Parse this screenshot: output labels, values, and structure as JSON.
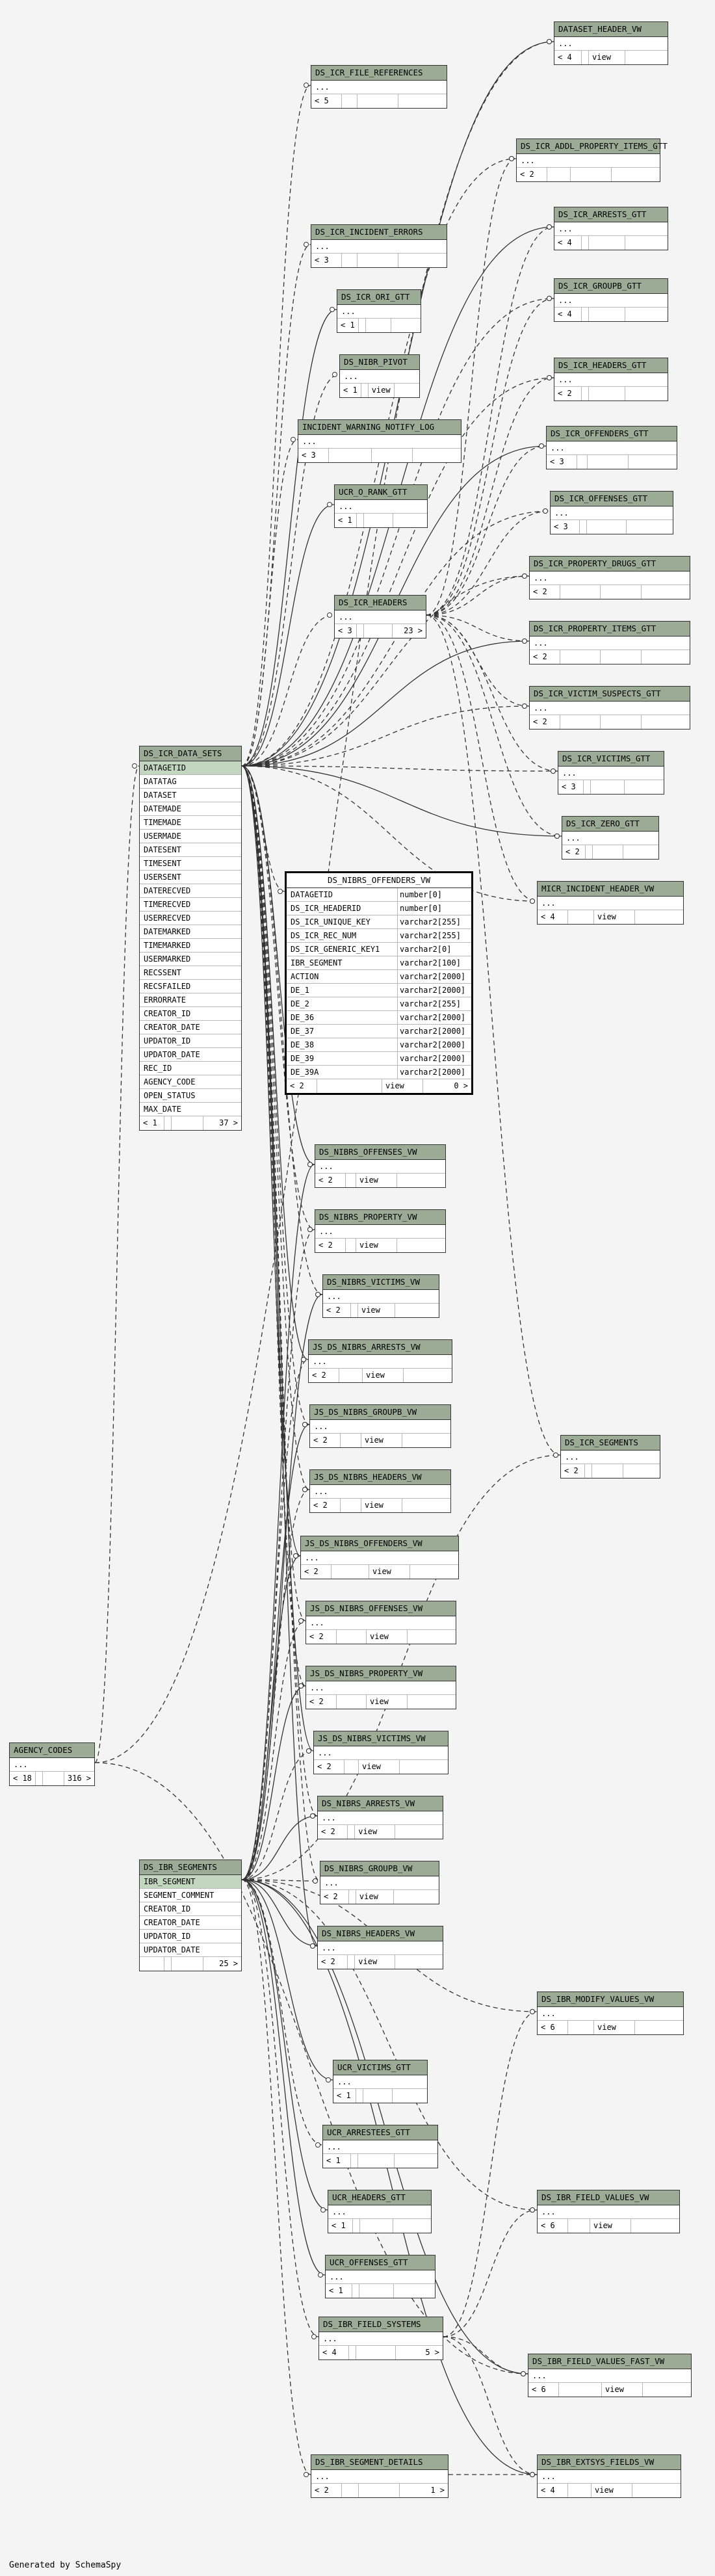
{
  "footer": "Generated by SchemaSpy",
  "focus_table": {
    "name": "DS_NIBRS_OFFENDERS_VW",
    "columns": [
      {
        "name": "DATAGETID",
        "type": "number[0]"
      },
      {
        "name": "DS_ICR_HEADERID",
        "type": "number[0]"
      },
      {
        "name": "DS_ICR_UNIQUE_KEY",
        "type": "varchar2[255]"
      },
      {
        "name": "DS_ICR_REC_NUM",
        "type": "varchar2[255]"
      },
      {
        "name": "DS_ICR_GENERIC_KEY1",
        "type": "varchar2[0]"
      },
      {
        "name": "IBR_SEGMENT",
        "type": "varchar2[100]"
      },
      {
        "name": "ACTION",
        "type": "varchar2[2000]"
      },
      {
        "name": "DE_1",
        "type": "varchar2[2000]"
      },
      {
        "name": "DE_2",
        "type": "varchar2[255]"
      },
      {
        "name": "DE_36",
        "type": "varchar2[2000]"
      },
      {
        "name": "DE_37",
        "type": "varchar2[2000]"
      },
      {
        "name": "DE_38",
        "type": "varchar2[2000]"
      },
      {
        "name": "DE_39",
        "type": "varchar2[2000]"
      },
      {
        "name": "DE_39A",
        "type": "varchar2[2000]"
      }
    ],
    "foot": {
      "parents": "< 2",
      "kind": "view",
      "children": "0 >"
    }
  },
  "tables": [
    {
      "id": "t_dataset_header_vw",
      "name": "DATASET_HEADER_VW",
      "rows": [
        "..."
      ],
      "foot": {
        "parents": "< 4",
        "kind": "view",
        "children": ""
      }
    },
    {
      "id": "t_file_refs",
      "name": "DS_ICR_FILE_REFERENCES",
      "rows": [
        "..."
      ],
      "foot": {
        "parents": "< 5",
        "kind": "",
        "children": ""
      }
    },
    {
      "id": "t_addl_prop",
      "name": "DS_ICR_ADDL_PROPERTY_ITEMS_GTT",
      "rows": [
        "..."
      ],
      "foot": {
        "parents": "< 2",
        "kind": "",
        "children": ""
      }
    },
    {
      "id": "t_arrests_gtt",
      "name": "DS_ICR_ARRESTS_GTT",
      "rows": [
        "..."
      ],
      "foot": {
        "parents": "< 4",
        "kind": "",
        "children": ""
      }
    },
    {
      "id": "t_incident_errors",
      "name": "DS_ICR_INCIDENT_ERRORS",
      "rows": [
        "..."
      ],
      "foot": {
        "parents": "< 3",
        "kind": "",
        "children": ""
      }
    },
    {
      "id": "t_groupb_gtt",
      "name": "DS_ICR_GROUPB_GTT",
      "rows": [
        "..."
      ],
      "foot": {
        "parents": "< 4",
        "kind": "",
        "children": ""
      }
    },
    {
      "id": "t_ori_gtt",
      "name": "DS_ICR_ORI_GTT",
      "rows": [
        "..."
      ],
      "foot": {
        "parents": "< 1",
        "kind": "",
        "children": ""
      }
    },
    {
      "id": "t_headers_gtt",
      "name": "DS_ICR_HEADERS_GTT",
      "rows": [
        "..."
      ],
      "foot": {
        "parents": "< 2",
        "kind": "",
        "children": ""
      }
    },
    {
      "id": "t_nibr_pivot",
      "name": "DS_NIBR_PIVOT",
      "rows": [
        "..."
      ],
      "foot": {
        "parents": "< 1",
        "kind": "view",
        "children": ""
      }
    },
    {
      "id": "t_offenders_gtt",
      "name": "DS_ICR_OFFENDERS_GTT",
      "rows": [
        "..."
      ],
      "foot": {
        "parents": "< 3",
        "kind": "",
        "children": ""
      }
    },
    {
      "id": "t_warning_notify",
      "name": "INCIDENT_WARNING_NOTIFY_LOG",
      "rows": [
        "..."
      ],
      "foot": {
        "parents": "< 3",
        "kind": "",
        "children": ""
      }
    },
    {
      "id": "t_offenses_gtt",
      "name": "DS_ICR_OFFENSES_GTT",
      "rows": [
        "..."
      ],
      "foot": {
        "parents": "< 3",
        "kind": "",
        "children": ""
      }
    },
    {
      "id": "t_ucr_o_rank",
      "name": "UCR_O_RANK_GTT",
      "rows": [
        "..."
      ],
      "foot": {
        "parents": "< 1",
        "kind": "",
        "children": ""
      }
    },
    {
      "id": "t_prop_drugs",
      "name": "DS_ICR_PROPERTY_DRUGS_GTT",
      "rows": [
        "..."
      ],
      "foot": {
        "parents": "< 2",
        "kind": "",
        "children": ""
      }
    },
    {
      "id": "t_icr_headers",
      "name": "DS_ICR_HEADERS",
      "rows": [
        "..."
      ],
      "foot": {
        "parents": "< 3",
        "kind": "",
        "children": "23 >"
      }
    },
    {
      "id": "t_prop_items",
      "name": "DS_ICR_PROPERTY_ITEMS_GTT",
      "rows": [
        "..."
      ],
      "foot": {
        "parents": "< 2",
        "kind": "",
        "children": ""
      }
    },
    {
      "id": "t_victim_suspects",
      "name": "DS_ICR_VICTIM_SUSPECTS_GTT",
      "rows": [
        "..."
      ],
      "foot": {
        "parents": "< 2",
        "kind": "",
        "children": ""
      }
    },
    {
      "id": "t_victims_gtt",
      "name": "DS_ICR_VICTIMS_GTT",
      "rows": [
        "..."
      ],
      "foot": {
        "parents": "< 3",
        "kind": "",
        "children": ""
      }
    },
    {
      "id": "t_zero_gtt",
      "name": "DS_ICR_ZERO_GTT",
      "rows": [
        "..."
      ],
      "foot": {
        "parents": "< 2",
        "kind": "",
        "children": ""
      }
    },
    {
      "id": "t_micr_incident",
      "name": "MICR_INCIDENT_HEADER_VW",
      "rows": [
        "..."
      ],
      "foot": {
        "parents": "< 4",
        "kind": "view",
        "children": ""
      }
    },
    {
      "id": "t_nibrs_offenses_vw",
      "name": "DS_NIBRS_OFFENSES_VW",
      "rows": [
        "..."
      ],
      "foot": {
        "parents": "< 2",
        "kind": "view",
        "children": ""
      }
    },
    {
      "id": "t_nibrs_property_vw",
      "name": "DS_NIBRS_PROPERTY_VW",
      "rows": [
        "..."
      ],
      "foot": {
        "parents": "< 2",
        "kind": "view",
        "children": ""
      }
    },
    {
      "id": "t_nibrs_victims_vw",
      "name": "DS_NIBRS_VICTIMS_VW",
      "rows": [
        "..."
      ],
      "foot": {
        "parents": "< 2",
        "kind": "view",
        "children": ""
      }
    },
    {
      "id": "t_js_arrests_vw",
      "name": "JS_DS_NIBRS_ARRESTS_VW",
      "rows": [
        "..."
      ],
      "foot": {
        "parents": "< 2",
        "kind": "view",
        "children": ""
      }
    },
    {
      "id": "t_js_groupb_vw",
      "name": "JS_DS_NIBRS_GROUPB_VW",
      "rows": [
        "..."
      ],
      "foot": {
        "parents": "< 2",
        "kind": "view",
        "children": ""
      }
    },
    {
      "id": "t_icr_segments",
      "name": "DS_ICR_SEGMENTS",
      "rows": [
        "..."
      ],
      "foot": {
        "parents": "< 2",
        "kind": "",
        "children": ""
      }
    },
    {
      "id": "t_js_headers_vw",
      "name": "JS_DS_NIBRS_HEADERS_VW",
      "rows": [
        "..."
      ],
      "foot": {
        "parents": "< 2",
        "kind": "view",
        "children": ""
      }
    },
    {
      "id": "t_js_offenders_vw",
      "name": "JS_DS_NIBRS_OFFENDERS_VW",
      "rows": [
        "..."
      ],
      "foot": {
        "parents": "< 2",
        "kind": "view",
        "children": ""
      }
    },
    {
      "id": "t_js_offenses_vw",
      "name": "JS_DS_NIBRS_OFFENSES_VW",
      "rows": [
        "..."
      ],
      "foot": {
        "parents": "< 2",
        "kind": "view",
        "children": ""
      }
    },
    {
      "id": "t_js_property_vw",
      "name": "JS_DS_NIBRS_PROPERTY_VW",
      "rows": [
        "..."
      ],
      "foot": {
        "parents": "< 2",
        "kind": "view",
        "children": ""
      }
    },
    {
      "id": "t_js_victims_vw",
      "name": "JS_DS_NIBRS_VICTIMS_VW",
      "rows": [
        "..."
      ],
      "foot": {
        "parents": "< 2",
        "kind": "view",
        "children": ""
      }
    },
    {
      "id": "t_agency_codes",
      "name": "AGENCY_CODES",
      "rows": [
        "..."
      ],
      "foot": {
        "parents": "< 18",
        "kind": "",
        "children": "316 >"
      }
    },
    {
      "id": "t_nibrs_arrests_vw",
      "name": "DS_NIBRS_ARRESTS_VW",
      "rows": [
        "..."
      ],
      "foot": {
        "parents": "< 2",
        "kind": "view",
        "children": ""
      }
    },
    {
      "id": "t_nibrs_groupb_vw",
      "name": "DS_NIBRS_GROUPB_VW",
      "rows": [
        "..."
      ],
      "foot": {
        "parents": "< 2",
        "kind": "view",
        "children": ""
      }
    },
    {
      "id": "t_nibrs_headers_vw",
      "name": "DS_NIBRS_HEADERS_VW",
      "rows": [
        "..."
      ],
      "foot": {
        "parents": "< 2",
        "kind": "view",
        "children": ""
      }
    },
    {
      "id": "t_ibr_modify",
      "name": "DS_IBR_MODIFY_VALUES_VW",
      "rows": [
        "..."
      ],
      "foot": {
        "parents": "< 6",
        "kind": "view",
        "children": ""
      }
    },
    {
      "id": "t_ucr_victims",
      "name": "UCR_VICTIMS_GTT",
      "rows": [
        "..."
      ],
      "foot": {
        "parents": "< 1",
        "kind": "",
        "children": ""
      }
    },
    {
      "id": "t_ucr_arrestees",
      "name": "UCR_ARRESTEES_GTT",
      "rows": [
        "..."
      ],
      "foot": {
        "parents": "< 1",
        "kind": "",
        "children": ""
      }
    },
    {
      "id": "t_ucr_headers",
      "name": "UCR_HEADERS_GTT",
      "rows": [
        "..."
      ],
      "foot": {
        "parents": "< 1",
        "kind": "",
        "children": ""
      }
    },
    {
      "id": "t_ibr_field_values_vw",
      "name": "DS_IBR_FIELD_VALUES_VW",
      "rows": [
        "..."
      ],
      "foot": {
        "parents": "< 6",
        "kind": "view",
        "children": ""
      }
    },
    {
      "id": "t_ucr_offenses",
      "name": "UCR_OFFENSES_GTT",
      "rows": [
        "..."
      ],
      "foot": {
        "parents": "< 1",
        "kind": "",
        "children": ""
      }
    },
    {
      "id": "t_ibr_field_systems",
      "name": "DS_IBR_FIELD_SYSTEMS",
      "rows": [
        "..."
      ],
      "foot": {
        "parents": "< 4",
        "kind": "",
        "children": "5 >"
      }
    },
    {
      "id": "t_ibr_fv_fast",
      "name": "DS_IBR_FIELD_VALUES_FAST_VW",
      "rows": [
        "..."
      ],
      "foot": {
        "parents": "< 6",
        "kind": "view",
        "children": ""
      }
    },
    {
      "id": "t_ibr_seg_details",
      "name": "DS_IBR_SEGMENT_DETAILS",
      "rows": [
        "..."
      ],
      "foot": {
        "parents": "< 2",
        "kind": "",
        "children": "1 >"
      }
    },
    {
      "id": "t_ibr_extsys",
      "name": "DS_IBR_EXTSYS_FIELDS_VW",
      "rows": [
        "..."
      ],
      "foot": {
        "parents": "< 4",
        "kind": "view",
        "children": ""
      }
    },
    {
      "id": "t_icr_data_sets",
      "name": "DS_ICR_DATA_SETS",
      "rows": [
        "DATAGETID",
        "DATATAG",
        "DATASET",
        "DATEMADE",
        "TIMEMADE",
        "USERMADE",
        "DATESENT",
        "TIMESENT",
        "USERSENT",
        "DATERECVED",
        "TIMERECVED",
        "USERRECVED",
        "DATEMARKED",
        "TIMEMARKED",
        "USERMARKED",
        "RECSSENT",
        "RECSFAILED",
        "ERRORRATE",
        "CREATOR_ID",
        "CREATOR_DATE",
        "UPDATOR_ID",
        "UPDATOR_DATE",
        "REC_ID",
        "AGENCY_CODE",
        "OPEN_STATUS",
        "MAX_DATE"
      ],
      "pk": 0,
      "foot": {
        "parents": "< 1",
        "kind": "",
        "children": "37 >"
      }
    },
    {
      "id": "t_ibr_segments",
      "name": "DS_IBR_SEGMENTS",
      "rows": [
        "IBR_SEGMENT",
        "SEGMENT_COMMENT",
        "CREATOR_ID",
        "CREATOR_DATE",
        "UPDATOR_ID",
        "UPDATOR_DATE"
      ],
      "pk": 0,
      "foot": {
        "parents": "",
        "kind": "",
        "children": "25 >"
      }
    }
  ]
}
